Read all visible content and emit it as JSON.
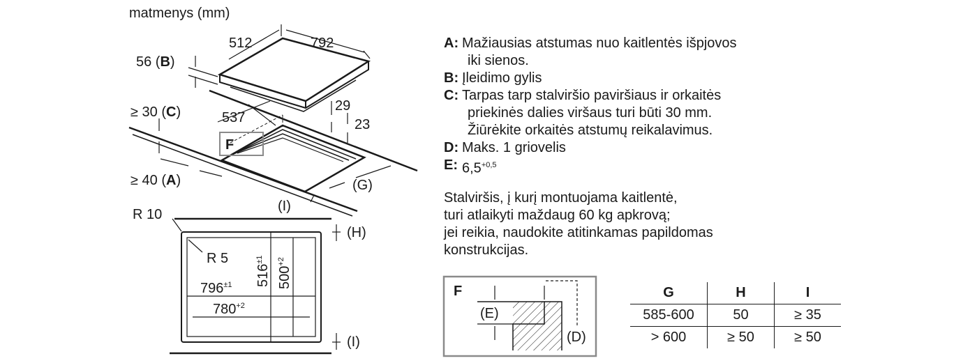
{
  "title": "matmenys (mm)",
  "dims": {
    "depth_top": "512",
    "width_top": "792",
    "depth_cutout": "537",
    "d29": "29",
    "d23": "23",
    "b_label": "56 (",
    "b_key": "B",
    "b_close": ")",
    "c_label": "≥ 30 (",
    "c_key": "C",
    "c_close": ")",
    "a_label": "≥ 40 (",
    "a_key": "A",
    "a_close": ")",
    "f_label": "F",
    "g_label": "(G)",
    "i_label": "(I)",
    "h_label": "(H)",
    "i2_label": "(I)",
    "r10": "R 10",
    "r5": "R 5",
    "w796": "796",
    "w796_sup": "±1",
    "w780": "780",
    "w780_sup": "+2",
    "h516": "516",
    "h516_sup": "±1",
    "h500": "500",
    "h500_sup": "+2",
    "detail_f": "F",
    "detail_e": "(E)",
    "detail_d": "(D)"
  },
  "legend": [
    {
      "key": "A",
      "lines": [
        "Mažiausias atstumas nuo kaitlentės išpjovos",
        "iki sienos."
      ]
    },
    {
      "key": "B",
      "lines": [
        "Įleidimo gylis"
      ]
    },
    {
      "key": "C",
      "lines": [
        "Tarpas tarp stalviršio paviršiaus ir orkaitės",
        "priekinės dalies viršaus turi būti 30 mm.",
        "Žiūrėkite orkaitės atstumų reikalavimus."
      ]
    },
    {
      "key": "D",
      "lines": [
        "Maks. 1 griovelis"
      ]
    },
    {
      "key": "E",
      "lines": [
        "6,5"
      ],
      "sup": "+0,5"
    }
  ],
  "note": [
    "Stalviršis, į kurį montuojama kaitlentė,",
    "turi atlaikyti maždaug 60 kg apkrovą;",
    "jei reikia, naudokite atitinkamas papildomas",
    "konstrukcijas."
  ],
  "table": {
    "headers": [
      "G",
      "H",
      "I"
    ],
    "rows": [
      [
        "585-600",
        "50",
        "≥ 35"
      ],
      [
        "> 600",
        "≥ 50",
        "≥ 50"
      ]
    ]
  }
}
